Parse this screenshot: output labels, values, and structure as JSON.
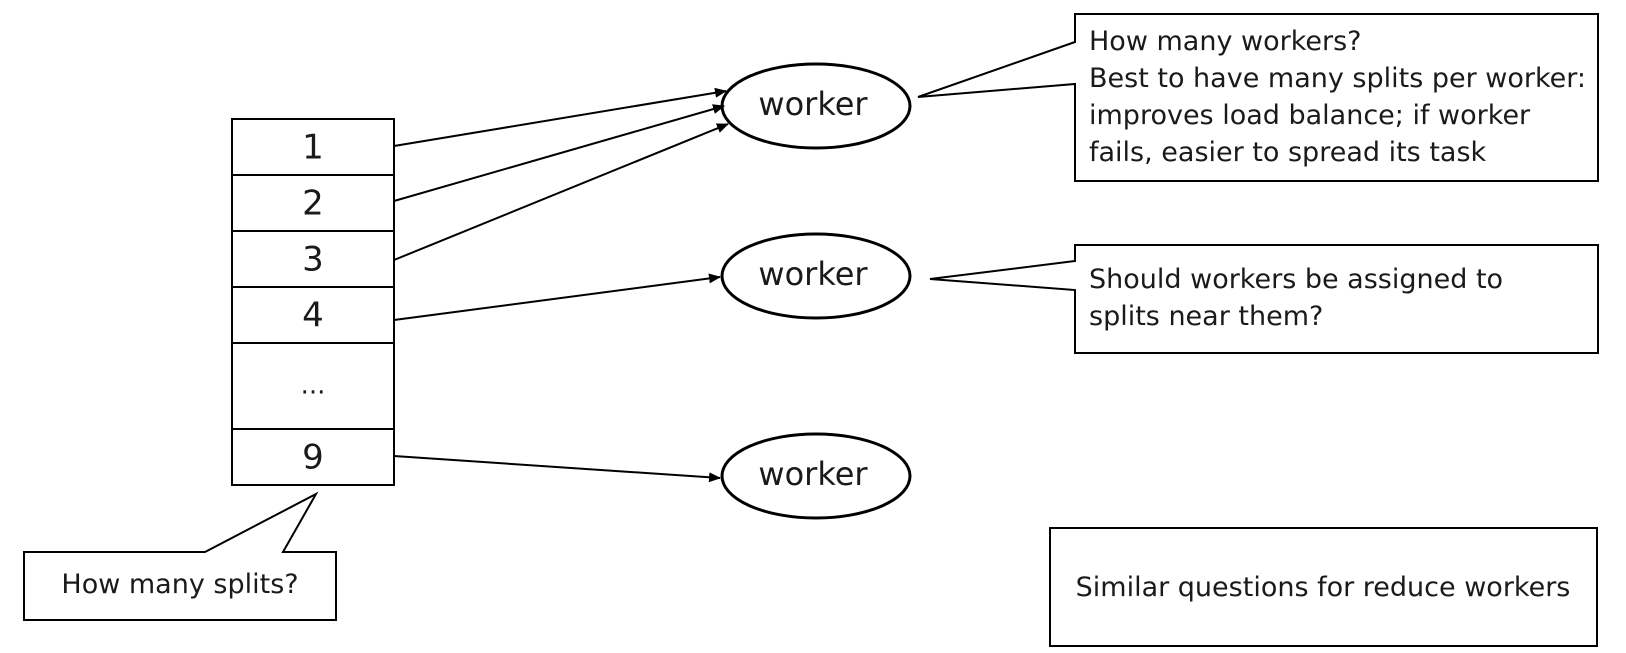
{
  "splits": [
    "1",
    "2",
    "3",
    "4",
    "...",
    "9"
  ],
  "workers": [
    "worker",
    "worker",
    "worker"
  ],
  "callouts": {
    "workers": {
      "lines": [
        "How many workers?",
        "Best to have many splits per worker:",
        "improves load balance; if worker",
        "fails, easier to spread its task"
      ]
    },
    "locality": {
      "lines": [
        "Should workers be assigned to",
        "splits near them?"
      ]
    },
    "splits": {
      "text": "How many splits?"
    },
    "reduce": {
      "text": "Similar questions for reduce workers"
    }
  }
}
